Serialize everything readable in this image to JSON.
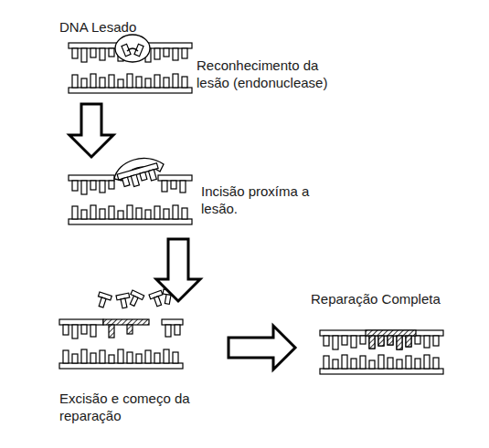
{
  "diagram": {
    "nodes": [
      {
        "text": [
          "DNA Lesado",
          "Reconhecimento da lesão (endonuclease)"
        ]
      },
      {
        "text": [
          "Incisão proxíma a lesão."
        ]
      },
      {
        "text": [
          "Excisão e começo da reparação"
        ]
      },
      {
        "text": [
          "Reparação Completa"
        ]
      }
    ],
    "edges": [
      {
        "from": 0,
        "to": 1,
        "arrow": "to"
      },
      {
        "from": 1,
        "to": 2,
        "arrow": "to"
      },
      {
        "from": 2,
        "to": 3,
        "arrow": "to"
      }
    ]
  }
}
